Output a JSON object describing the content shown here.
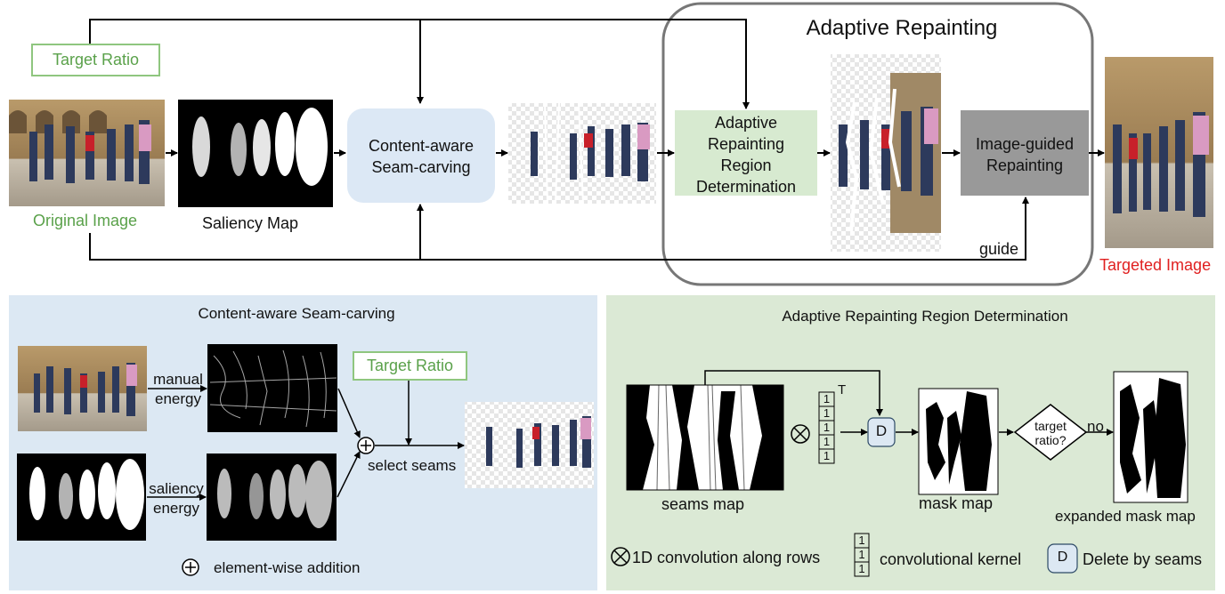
{
  "top": {
    "target_ratio": "Target Ratio",
    "original_image": "Original Image",
    "saliency_map": "Saliency Map",
    "content_aware_seam_carving": [
      "Content-aware",
      "Seam-carving"
    ],
    "adaptive_repainting_title": "Adaptive Repainting",
    "adaptive_region_determination": [
      "Adaptive",
      "Repainting",
      "Region",
      "Determination"
    ],
    "image_guided_repainting": [
      "Image-guided",
      "Repainting"
    ],
    "guide": "guide",
    "targeted_image": "Targeted Image"
  },
  "left_panel": {
    "title": "Content-aware Seam-carving",
    "manual_energy": [
      "manual",
      "energy"
    ],
    "saliency_energy": [
      "saliency",
      "energy"
    ],
    "target_ratio": "Target Ratio",
    "select_seams": "select seams",
    "legend_add": "element-wise addition"
  },
  "right_panel": {
    "title": "Adaptive Repainting Region Determination",
    "seams_map": "seams map",
    "kernel_values": [
      "1",
      "1",
      "1",
      "1",
      "1"
    ],
    "transpose": "T",
    "delete_symbol": "D",
    "mask_map": "mask map",
    "decision": [
      "target",
      "ratio?"
    ],
    "no": "no",
    "expanded_mask_map": "expanded mask map",
    "legend_conv": "1D convolution along rows",
    "legend_kernel_values": [
      "1",
      "1",
      "1"
    ],
    "legend_kernel": "convolutional kernel",
    "legend_delete": "Delete by seams"
  },
  "colors": {
    "green_text": "#5aa14a",
    "red_text": "#e02020",
    "blue_panel": "#dce8f3",
    "green_panel": "#dbe9d5",
    "seam_box": "#dce8f5",
    "region_box": "#d7ead0",
    "repaint_box": "#999999"
  }
}
